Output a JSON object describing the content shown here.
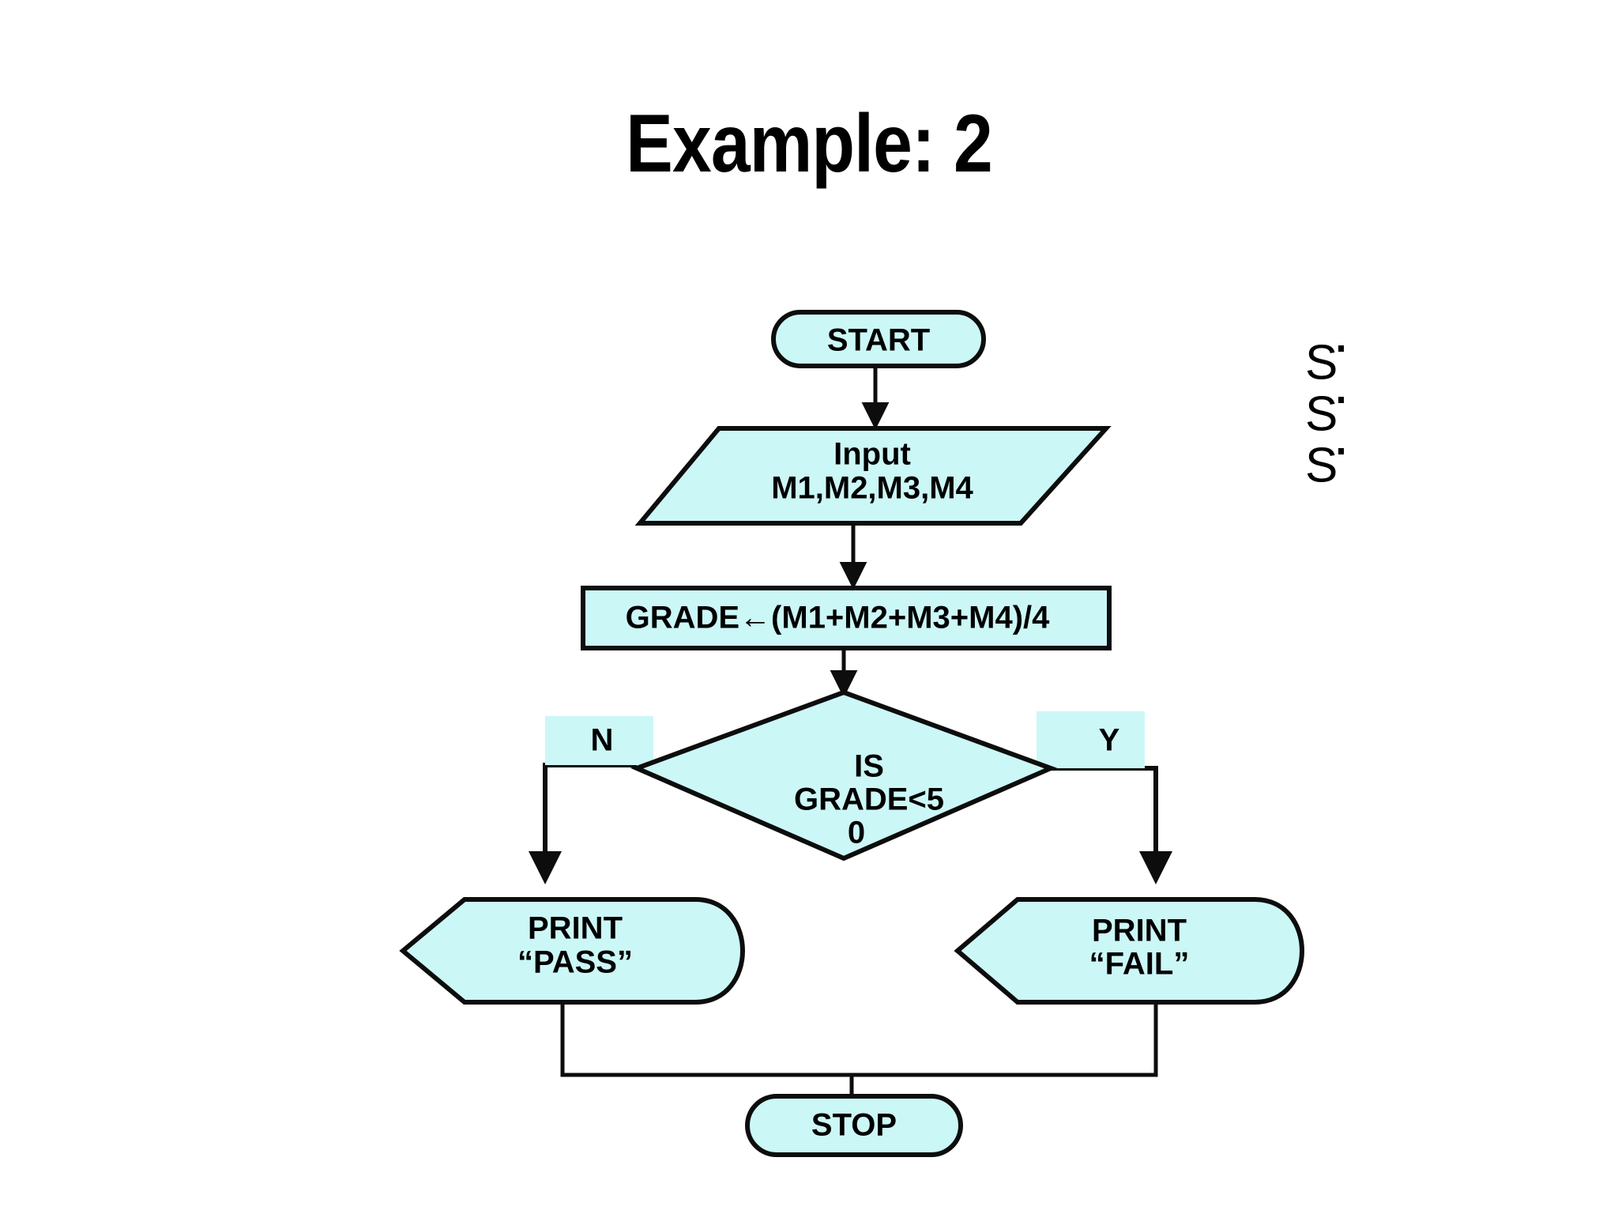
{
  "slide": {
    "title": "Example: 2",
    "background_color": "#ffffff"
  },
  "theme": {
    "shape_fill": "#CCF7F7",
    "shape_stroke": "#0D0D0D",
    "text_color": "#000000",
    "label_fill": "#CCF7F7"
  },
  "flowchart": {
    "title": "Example: 2",
    "nodes": [
      {
        "id": "start",
        "type": "terminator",
        "label": "START"
      },
      {
        "id": "input",
        "type": "input-output",
        "label_line1": "Input",
        "label_line2": "M1,M2,M3,M4"
      },
      {
        "id": "process",
        "type": "process",
        "label": "GRADE←(M1+M2+M3+M4)/4"
      },
      {
        "id": "decision",
        "type": "decision",
        "label_line1": "IS",
        "label_line2": "GRADE<5",
        "label_line3": "0"
      },
      {
        "id": "print_pass",
        "type": "display",
        "label_line1": "PRINT",
        "label_line2": "“PASS”"
      },
      {
        "id": "print_fail",
        "type": "display",
        "label_line1": "PRINT",
        "label_line2": "“FAIL”"
      },
      {
        "id": "stop",
        "type": "terminator",
        "label": "STOP"
      }
    ],
    "branch_labels": {
      "no": "N",
      "yes": "Y"
    },
    "edges": [
      {
        "from": "start",
        "to": "input",
        "label": ""
      },
      {
        "from": "input",
        "to": "process",
        "label": ""
      },
      {
        "from": "process",
        "to": "decision",
        "label": ""
      },
      {
        "from": "decision",
        "to": "print_pass",
        "label": "N"
      },
      {
        "from": "decision",
        "to": "print_fail",
        "label": "Y"
      },
      {
        "from": "print_pass",
        "to": "stop",
        "label": ""
      },
      {
        "from": "print_fail",
        "to": "stop",
        "label": ""
      }
    ]
  },
  "margin_notes": {
    "clipped_lines": [
      "S",
      "S",
      "S"
    ]
  }
}
